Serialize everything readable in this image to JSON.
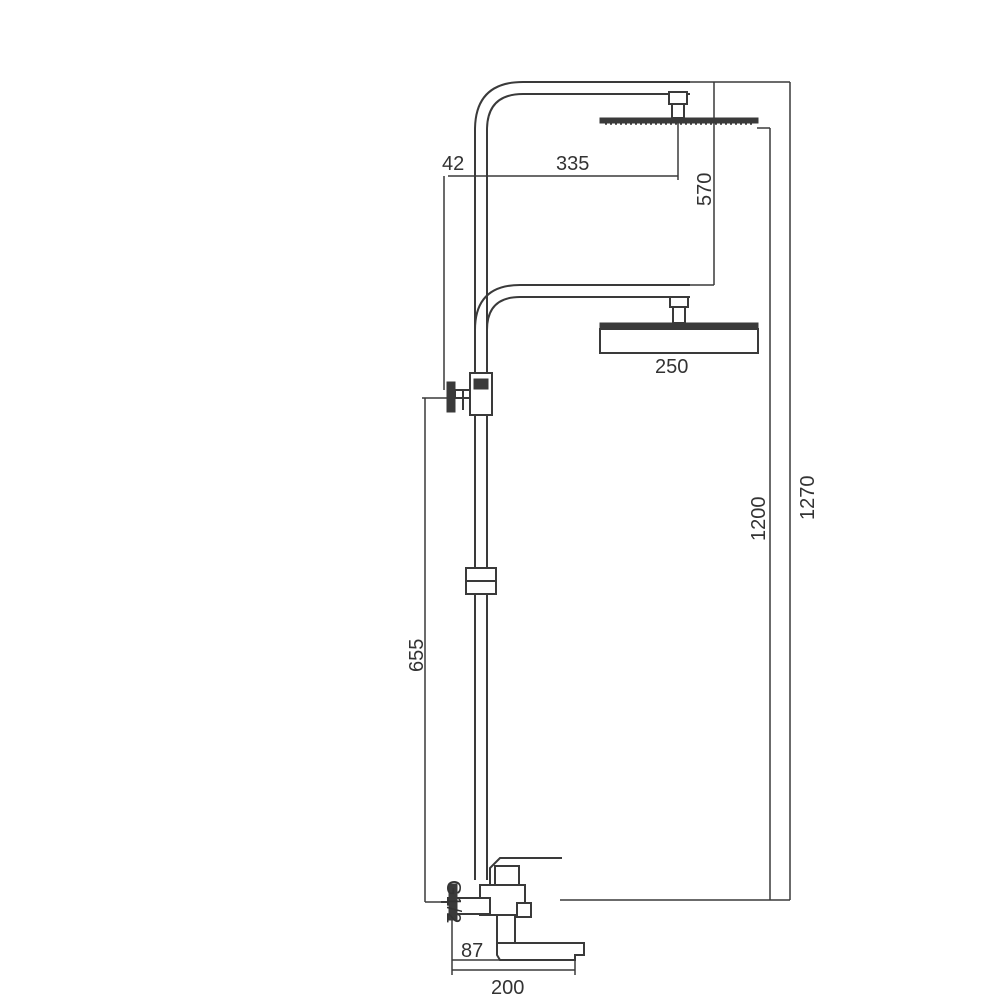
{
  "dimensions": {
    "d42": "42",
    "d335": "335",
    "d570": "570",
    "d250": "250",
    "d1200": "1200",
    "d1270": "1270",
    "d655": "655",
    "thread": "G1/2",
    "d87": "87",
    "d200": "200"
  }
}
